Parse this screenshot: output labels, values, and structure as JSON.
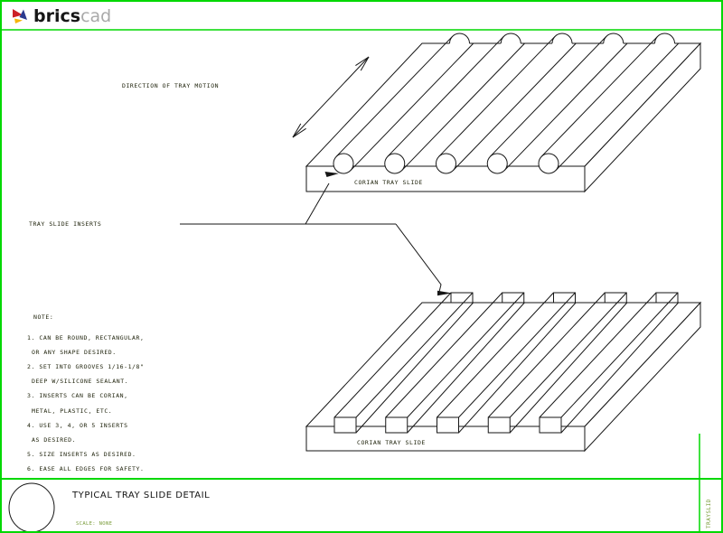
{
  "brand": {
    "name_primary": "brics",
    "name_secondary": "cad"
  },
  "labels": {
    "direction": "DIRECTION OF TRAY MOTION",
    "inserts": "TRAY SLIDE INSERTS",
    "corian_top": "CORIAN TRAY SLIDE",
    "corian_bottom": "CORIAN TRAY SLIDE"
  },
  "notes": {
    "title": "NOTE:",
    "lines": [
      "1. CAN BE ROUND, RECTANGULAR,",
      "OR ANY SHAPE DESIRED.",
      "2. SET INTO GROOVES 1/16-1/8\"",
      "DEEP W/SILICONE SEALANT.",
      "3. INSERTS CAN BE CORIAN,",
      "METAL, PLASTIC, ETC.",
      "4. USE 3, 4, OR 5 INSERTS",
      "AS DESIRED.",
      "5. SIZE INSERTS AS DESIRED.",
      "6. EASE ALL EDGES FOR SAFETY."
    ]
  },
  "title_block": {
    "title": "TYPICAL TRAY SLIDE DETAIL",
    "scale": "SCALE: NONE",
    "sheet_id": "TRAYSLID"
  },
  "colors": {
    "frame_green": "#00d800",
    "annotation_green": "#7a9c3a",
    "ink": "#141414",
    "logo_red": "#cc2027",
    "logo_blue": "#2b3a8f",
    "logo_yellow": "#f5b50a",
    "brand_gray": "#a9a9a9"
  }
}
